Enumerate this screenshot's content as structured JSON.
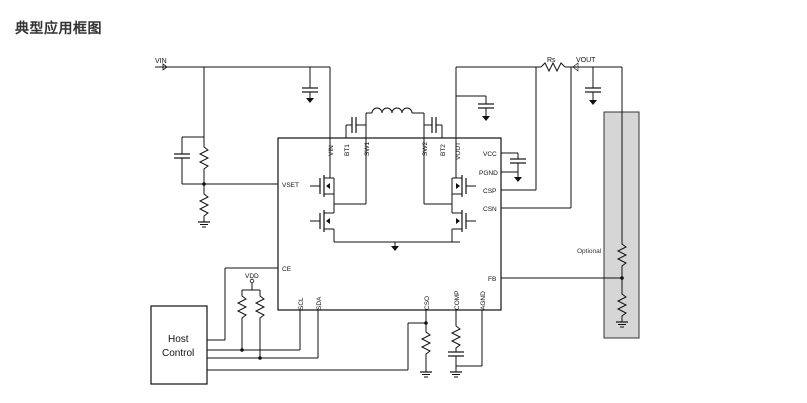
{
  "header": {
    "title": "典型应用框图"
  },
  "schematic": {
    "inputs": {
      "vin": "VIN",
      "vout": "VOUT",
      "vdd": "VDD",
      "rs": "Rs"
    },
    "chip_pins": {
      "vin": "VIN",
      "bt1": "BT1",
      "sw1": "SW1",
      "sw2": "SW2",
      "bt2": "BT2",
      "vout": "VOUT",
      "vcc": "VCC",
      "pgnd": "PGND",
      "csp": "CSP",
      "csn": "CSN",
      "fb": "FB",
      "vset": "VSET",
      "ce": "CE",
      "scl": "SCL",
      "sda": "SDA",
      "cso": "CSO",
      "comp": "COMP",
      "agnd": "AGND"
    },
    "host": {
      "line1": "Host",
      "line2": "Control"
    },
    "optional_label": "Optional"
  }
}
